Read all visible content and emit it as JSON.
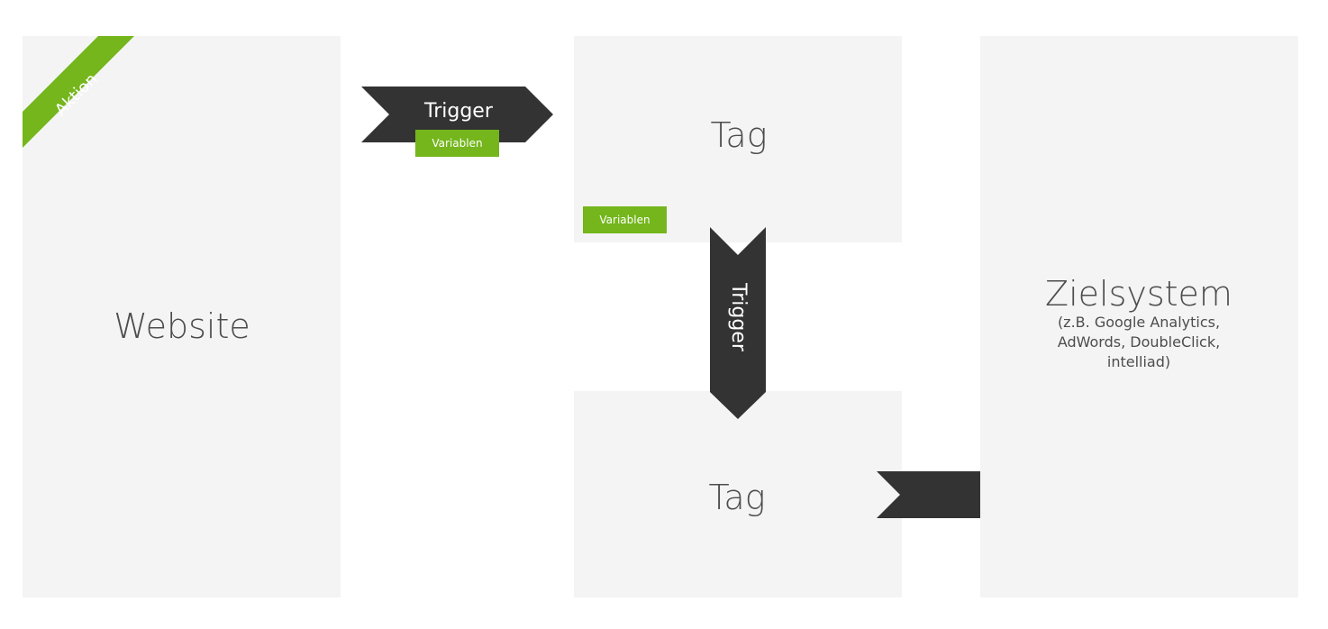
{
  "diagram": {
    "website": {
      "label": "Website",
      "ribbon_label": "Aktion"
    },
    "trigger_horizontal": {
      "label": "Trigger",
      "variables_label": "Variablen"
    },
    "tag_top": {
      "label": "Tag",
      "variables_label": "Variablen"
    },
    "trigger_vertical": {
      "label": "Trigger"
    },
    "tag_bottom": {
      "label": "Tag"
    },
    "target": {
      "label": "Zielsystem",
      "description_lines": [
        "(z.B. Google Analytics,",
        "AdWords, DoubleClick,",
        "intelliad)"
      ]
    },
    "colors": {
      "box_bg": "#f4f4f4",
      "arrow": "#333333",
      "accent_green": "#74b61c",
      "text": "#4d4d4d"
    }
  }
}
